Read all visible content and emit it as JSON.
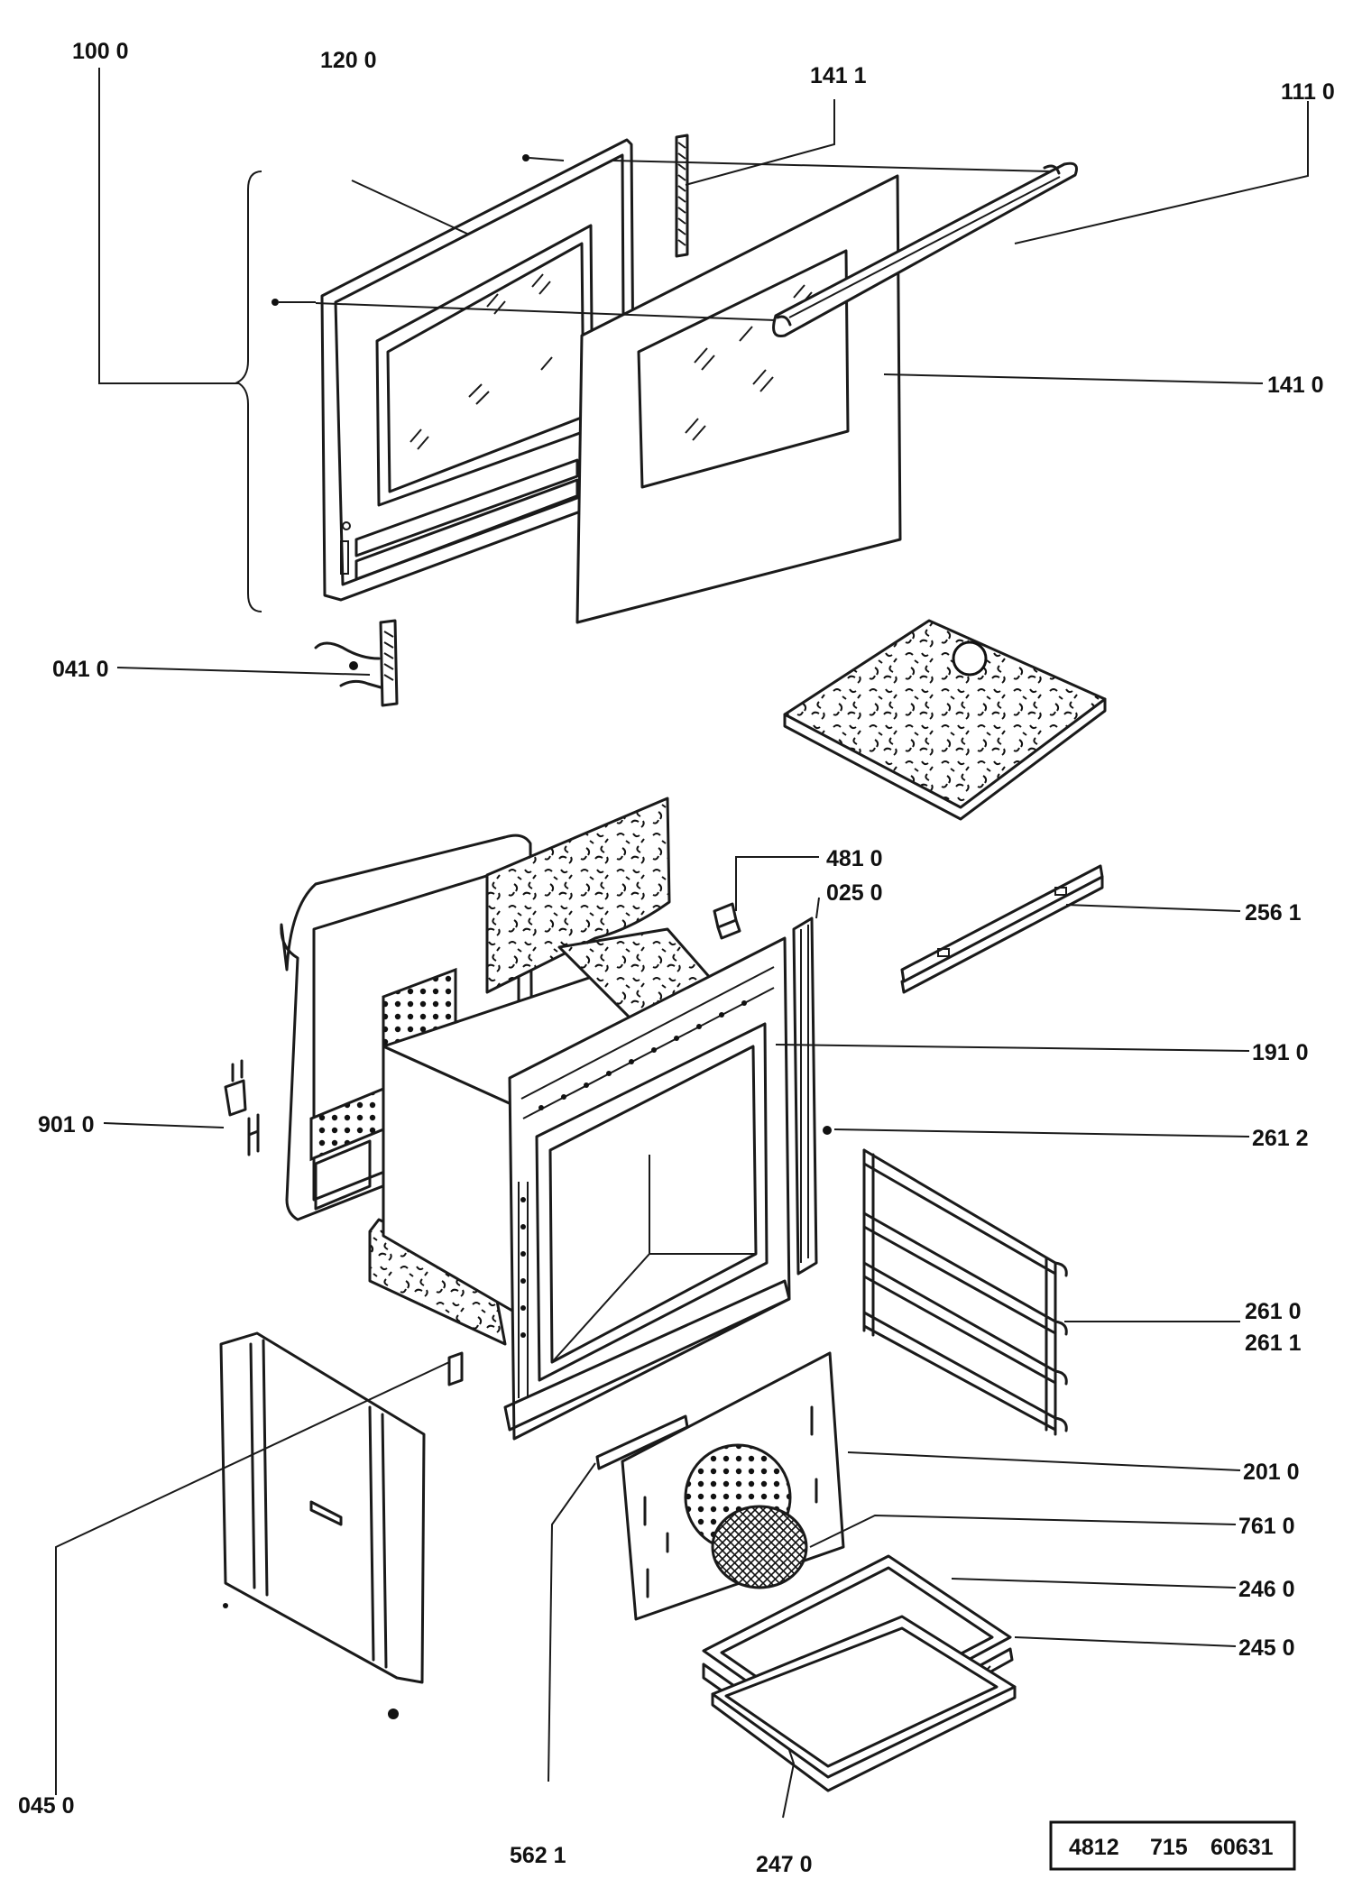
{
  "diagram": {
    "labels": {
      "p1000": "100 0",
      "p1200": "120 0",
      "p1411": "141 1",
      "p1110": "111 0",
      "p1410": "141 0",
      "p0410": "041 0",
      "p4810": "481 0",
      "p0250": "025 0",
      "p2561": "256 1",
      "p1910": "191 0",
      "p9010": "901 0",
      "p2612": "261 2",
      "p2610": "261 0",
      "p2611": "261 1",
      "p2010": "201 0",
      "p7610": "761 0",
      "p2460": "246 0",
      "p2450": "245 0",
      "p0450": "045 0",
      "p5621": "562 1",
      "p2470": "247 0"
    },
    "reference": {
      "a": "4812",
      "b": "715",
      "c": "60631"
    }
  }
}
